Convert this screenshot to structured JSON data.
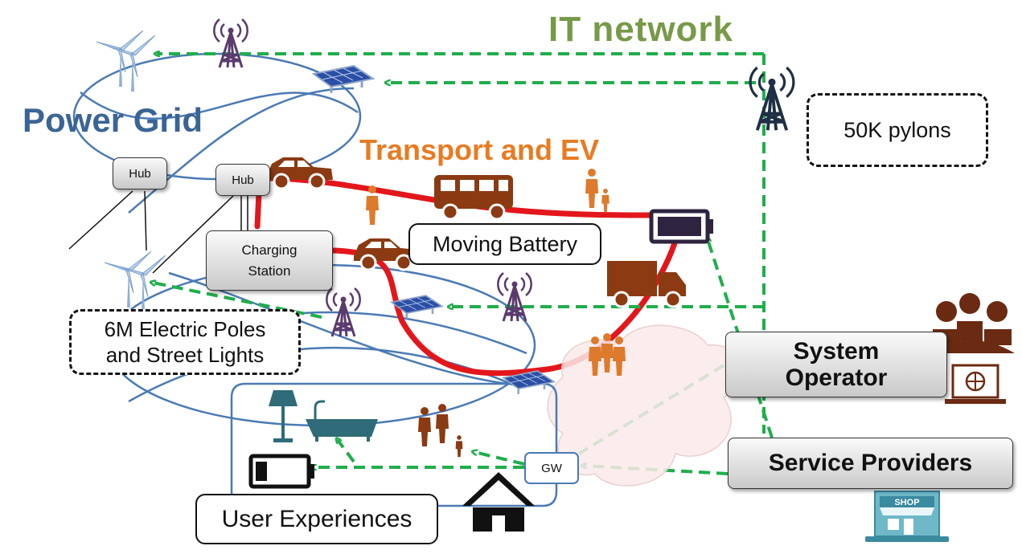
{
  "titles": {
    "it_network": "IT network",
    "power_grid": "Power Grid",
    "transport_ev": "Transport and EV"
  },
  "boxes": {
    "pylons": "50K pylons",
    "electric_poles": "6M Electric Poles\nand Street Lights",
    "moving_battery": "Moving Battery",
    "user_experiences": "User Experiences",
    "hub_1": "Hub",
    "hub_2": "Hub",
    "charging_station": "Charging\nStation",
    "system_operator": "System\nOperator",
    "service_providers": "Service Providers",
    "gateway": "GW"
  },
  "icons": {
    "shop_sign": "SHOP"
  },
  "colors": {
    "it_network": "#779a48",
    "power_grid": "#3b6496",
    "transport": "#e87b22",
    "dashed_link": "#1fae4b",
    "ev_route": "#e3171b",
    "vehicles": "#8b3a12",
    "people": "#de7a2c",
    "tower": "#5b3b6e"
  }
}
